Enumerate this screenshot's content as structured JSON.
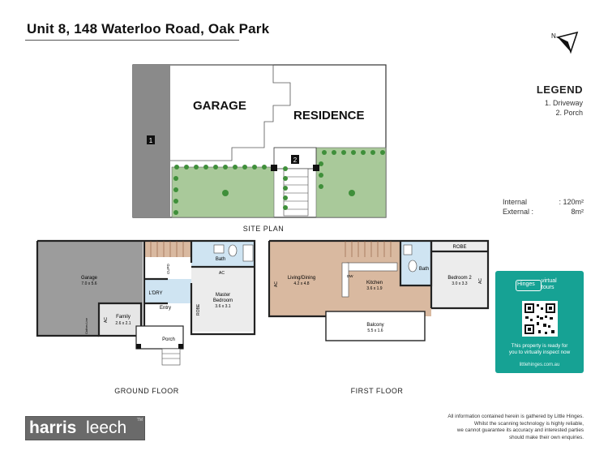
{
  "title": "Unit 8, 148 Waterloo Road, Oak Park",
  "legend": {
    "heading": "LEGEND",
    "items": [
      "1. Driveway",
      "2. Porch"
    ]
  },
  "areas": {
    "internal_label": "Internal",
    "internal_value": ": 120m²",
    "external_label": "External :",
    "external_value": "8m²"
  },
  "site_plan": {
    "label": "SITE PLAN",
    "garage": "GARAGE",
    "residence": "RESIDENCE",
    "marker_1": "1",
    "marker_2": "2"
  },
  "ground_floor": {
    "label": "GROUND FLOOR",
    "rooms": {
      "garage_name": "Garage",
      "garage_dim": "7.0 x 5.6",
      "family_name": "Family",
      "family_dim": "2.6 x 2.1",
      "master_name": "Master",
      "master_name2": "Bedroom",
      "master_dim": "3.6 x 3.1",
      "bath": "Bath",
      "ldry": "L'DRY",
      "entry": "Entry",
      "porch": "Porch",
      "robe": "ROBE",
      "cupd": "CUPD",
      "ac1": "AC",
      "ac2": "AC",
      "clothes": "Clothes Line"
    }
  },
  "first_floor": {
    "label": "FIRST FLOOR",
    "rooms": {
      "living_name": "Living/Dining",
      "living_dim": "4.2 x 4.8",
      "kitchen_name": "Kitchen",
      "kitchen_dim": "3.6 x 1.9",
      "bedroom2_name": "Bedroom 2",
      "bedroom2_dim": "3.0 x 3.3",
      "balcony_name": "Balcony",
      "balcony_dim": "5.5 x 1.6",
      "bath": "Bath",
      "robe": "ROBE",
      "dw": "DW",
      "ac1": "AC",
      "ac2": "AC"
    }
  },
  "virtual_tour": {
    "brand": "Hinges",
    "brand2a": "virtual",
    "brand2b": "tours",
    "message_1": "This property is ready for",
    "message_2": "you to virtually inspect now",
    "url": "littlehinges.com.au"
  },
  "disclaimer": [
    "All information contained herein is gathered by Little Hinges.",
    "Whilst the scanning technology is highly reliable,",
    "we cannot guarantee its accuracy and interested parties",
    "should make their own enquiries."
  ],
  "logo": {
    "part1": "harris",
    "part2": "leech",
    "tm": "TM"
  },
  "colors": {
    "driveway": "#8a8a8a",
    "garden": "#a9c99a",
    "shrub": "#3f8f3a",
    "garage_floor": "#9c9c9c",
    "timber_floor": "#d9b9a0",
    "wet_area": "#cfe4f2",
    "carpet": "#ececec",
    "card_teal": "#16a294"
  }
}
